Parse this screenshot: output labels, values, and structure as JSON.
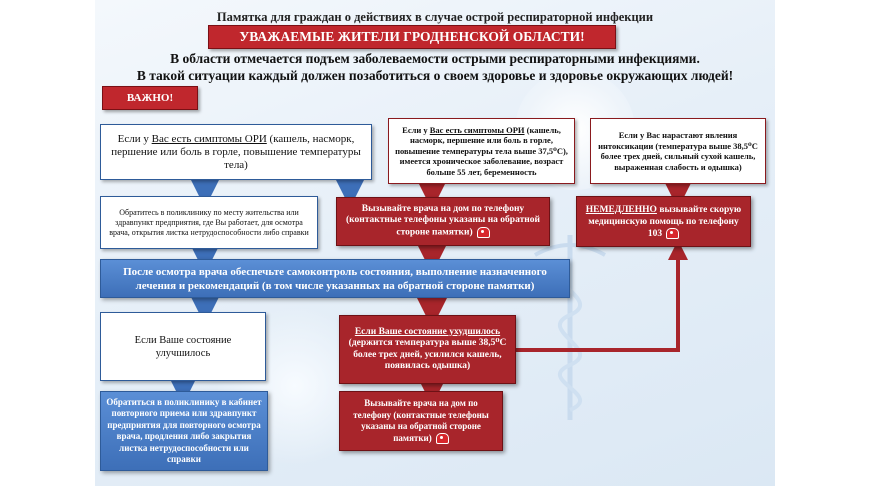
{
  "header": {
    "title": "Памятка для граждан о действиях в случае острой респираторной инфекции",
    "banner": "УВАЖАЕМЫЕ ЖИТЕЛИ ГРОДНЕНСКОЙ ОБЛАСТИ!",
    "intro_line1": "В области отмечается подъем заболеваемости острыми респираторными инфекциями.",
    "intro_line2": "В такой ситуации каждый должен позаботиться о своем здоровье и здоровье окружающих людей!",
    "important_label": "ВАЖНО!"
  },
  "boxes": {
    "symptoms_basic": {
      "prefix": "Если у ",
      "highlight": "Вас есть симптомы ОРИ",
      "text": " (кашель, насморк, першение или боль в горле, повышение температуры тела)"
    },
    "symptoms_risk": {
      "prefix": "Если у ",
      "highlight": "Вас есть симптомы ОРИ",
      "text": " (кашель, насморк, першение или боль в горле, повышение температуры тела выше 37,5⁰С), имеется хроническое заболевание, возраст больше 55 лет, беременность"
    },
    "symptoms_severe": {
      "text": "Если у Вас нарастают явления интоксикации (температура выше 38,5⁰С более трех дней, сильный сухой кашель, выраженная слабость и одышка)"
    },
    "clinic_visit": {
      "text": "Обратитесь в поликлинику по месту жительства или здравпункт предприятия, где Вы работает, для осмотра врача, открытия листка нетрудоспособности либо справки"
    },
    "call_doctor": {
      "text": "Вызывайте врача на дом по телефону (контактные телефоны указаны на обратной стороне памятки)"
    },
    "emergency": {
      "highlight": "НЕМЕДЛЕННО",
      "text": " вызывайте скорую медицинскую помощь по телефону 103"
    },
    "self_control": {
      "text": "После осмотра врача обеспечьте самоконтроль состояния, выполнение назначенного лечения и рекомендаций (в том числе указанных на обратной стороне памятки)"
    },
    "improved": {
      "text": "Если Ваше состояние улучшилось"
    },
    "worsened": {
      "highlight": "Если Ваше состояние ухудшилось",
      "text": " (держится температура выше 38,5⁰С более трех дней, усилился кашель, появилась одышка)"
    },
    "revisit": {
      "text": "Обратиться в поликлинику в кабинет повторного приема или здравпункт предприятия для повторного осмотра врача, продления либо закрытия листка нетрудоспособности или справки"
    },
    "call_doctor_2": {
      "text": "Вызывайте врача на дом по телефону (контактные телефоны указаны на обратной стороне памятки)"
    }
  },
  "icons": [
    "phone-icon",
    "arrow-down-icon",
    "caduceus-icon"
  ],
  "colors": {
    "red": "#a8252b",
    "banner_red": "#c0272d",
    "blue": "#4a7fc9",
    "border_blue": "#2e5b99"
  }
}
